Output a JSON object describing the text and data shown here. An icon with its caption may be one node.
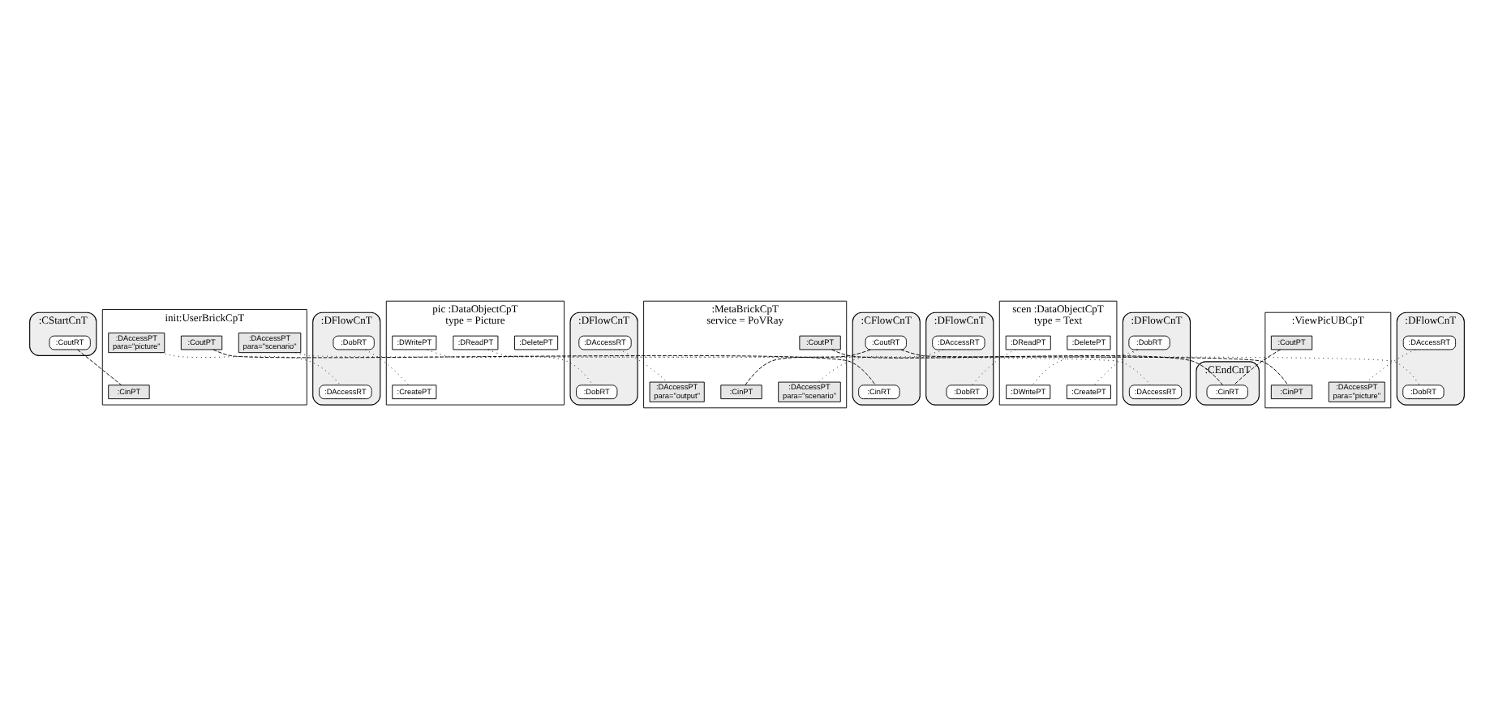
{
  "diagram": {
    "nodes": [
      {
        "text": [
          ":CStartCnT"
        ]
      },
      {
        "text": [
          ":CoutRT"
        ],
        "in": 0
      },
      {
        "text": [
          "init:UserBrickCpT"
        ]
      },
      {
        "text": [
          ":CinPT"
        ],
        "in": 2
      },
      {
        "text": [
          ":DAccessPT",
          "para=\"picture\""
        ],
        "in": 2
      },
      {
        "text": [
          ":CoutPT"
        ],
        "in": 2
      },
      {
        "text": [
          ":DAccessPT",
          "para=\"scenario\""
        ],
        "in": 2
      },
      {
        "text": [
          ":DFlowCnT"
        ]
      },
      {
        "text": [
          ":DAccessRT"
        ],
        "in": 7
      },
      {
        "text": [
          ":DobRT"
        ],
        "in": 7
      },
      {
        "text": [
          ":DFlowCnT"
        ]
      },
      {
        "text": [
          ":DAccessRT"
        ],
        "in": 10
      },
      {
        "text": [
          ":DobRT"
        ],
        "in": 10
      },
      {
        "text": [
          "pic :DataObjectCpT",
          "type = Picture"
        ]
      },
      {
        "text": [
          ":CreatePT"
        ],
        "in": 13
      },
      {
        "text": [
          ":DeletePT"
        ],
        "in": 13
      },
      {
        "text": [
          ":DWritePT"
        ],
        "in": 13
      },
      {
        "text": [
          ":DReadPT"
        ],
        "in": 13
      },
      {
        "text": [
          ":CFlowCnT"
        ]
      },
      {
        "text": [
          ":CinRT"
        ],
        "in": 18
      },
      {
        "text": [
          ":CoutRT"
        ],
        "in": 18
      },
      {
        "text": [
          "scen :DataObjectCpT",
          "type = Text"
        ]
      },
      {
        "text": [
          ":CreatePT"
        ],
        "in": 21
      },
      {
        "text": [
          ":DeletePT"
        ],
        "in": 21
      },
      {
        "text": [
          ":DWritePT"
        ],
        "in": 21
      },
      {
        "text": [
          ":DReadPT"
        ],
        "in": 21
      },
      {
        "text": [
          ":ViewPicUBCpT"
        ]
      },
      {
        "text": [
          ":CinPT"
        ],
        "in": 26
      },
      {
        "text": [
          ":DAccessPT",
          "para=\"picture\""
        ],
        "in": 26
      },
      {
        "text": [
          ":CoutPT"
        ],
        "in": 26
      },
      {
        "text": [
          ":DFlowCnT"
        ]
      },
      {
        "text": [
          ":DobRT"
        ],
        "in": 30
      },
      {
        "text": [
          ":DAccessRT"
        ],
        "in": 30
      },
      {
        "text": [
          ":DFlowCnT"
        ]
      },
      {
        "text": [
          ":DobRT"
        ],
        "in": 33
      },
      {
        "text": [
          ":DAccessRT"
        ],
        "in": 33
      },
      {
        "text": [
          ":MetaBrickCpT",
          "service = PoVRay"
        ]
      },
      {
        "text": [
          ":CinPT"
        ],
        "in": 36
      },
      {
        "text": [
          ":DAccessPT",
          "para=\"output\""
        ],
        "in": 36
      },
      {
        "text": [
          ":DAccessPT",
          "para=\"scenario\""
        ],
        "in": 36
      },
      {
        "text": [
          ":CoutPT"
        ],
        "in": 36
      },
      {
        "text": [
          ":DFlowCnT"
        ]
      },
      {
        "text": [
          ":DobRT"
        ],
        "in": 41
      },
      {
        "text": [
          ":DAccessRT"
        ],
        "in": 41
      },
      {
        "text": [
          ":CEndCnT"
        ]
      },
      {
        "text": [
          ":CinRT"
        ],
        "in": 44
      }
    ],
    "edges": [
      {
        "from": 1,
        "to": 3,
        "arrow": "none",
        "style": "dashed"
      },
      {
        "from": 5,
        "to": 19,
        "arrow": "none",
        "style": "dashed"
      },
      {
        "from": 4,
        "to": 8,
        "arrow": "none"
      },
      {
        "from": 6,
        "to": 11,
        "arrow": "none"
      },
      {
        "from": 9,
        "to": 14,
        "arrow": "none"
      },
      {
        "from": 12,
        "to": 22,
        "arrow": "none"
      },
      {
        "from": 12,
        "to": 24,
        "arrow": "none"
      },
      {
        "from": 20,
        "to": 27,
        "arrow": "none",
        "style": "dashed"
      },
      {
        "from": 20,
        "to": 37,
        "arrow": "none",
        "style": "dashed"
      },
      {
        "from": 17,
        "to": 31,
        "arrow": "none"
      },
      {
        "from": 16,
        "to": 34,
        "arrow": "none"
      },
      {
        "from": 25,
        "to": 42,
        "arrow": "none"
      },
      {
        "from": 32,
        "to": 28,
        "arrow": "none"
      },
      {
        "from": 35,
        "to": 38,
        "arrow": "none"
      },
      {
        "from": 43,
        "to": 39,
        "arrow": "none"
      },
      {
        "from": 29,
        "to": 45,
        "arrow": "none",
        "style": "dashed"
      },
      {
        "from": 40,
        "to": 45,
        "arrow": "none",
        "style": "dashed"
      }
    ]
  }
}
